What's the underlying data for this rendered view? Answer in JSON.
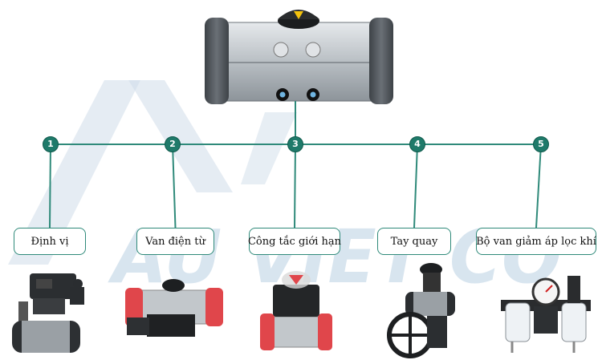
{
  "watermark": {
    "text": "AU VIET CO",
    "color": "#a9c6dd"
  },
  "colors": {
    "accent": "#1f7a6a",
    "line": "#2f8a7a",
    "actuator_body": "#b9bfc4"
  },
  "accessories": [
    {
      "number": "1",
      "label": "Định vị"
    },
    {
      "number": "2",
      "label": "Van điện từ"
    },
    {
      "number": "3",
      "label": "Công tắc giới hạn"
    },
    {
      "number": "4",
      "label": "Tay quay"
    },
    {
      "number": "5",
      "label": "Bộ van giảm áp lọc khí"
    }
  ]
}
